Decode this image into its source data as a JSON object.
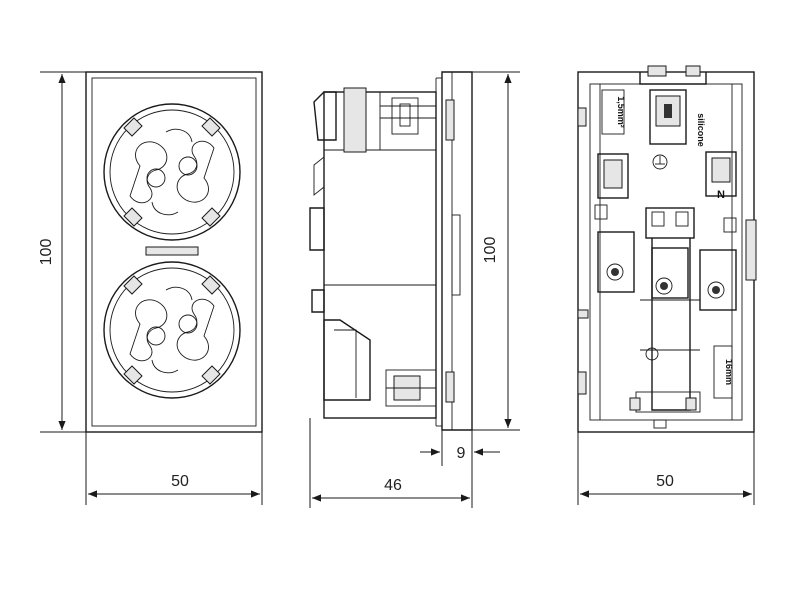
{
  "front_view": {
    "height_label": "100",
    "width_label": "50"
  },
  "side_view": {
    "height_label": "100",
    "depth_label": "46",
    "plate_label": "9"
  },
  "back_view": {
    "width_label": "50",
    "terminal_n_label": "N",
    "wire_label": "1,5mm²",
    "strip_label": "16mm",
    "material_label": "silicone"
  },
  "colors": {
    "line": "#1a1a1a",
    "background": "#ffffff"
  }
}
